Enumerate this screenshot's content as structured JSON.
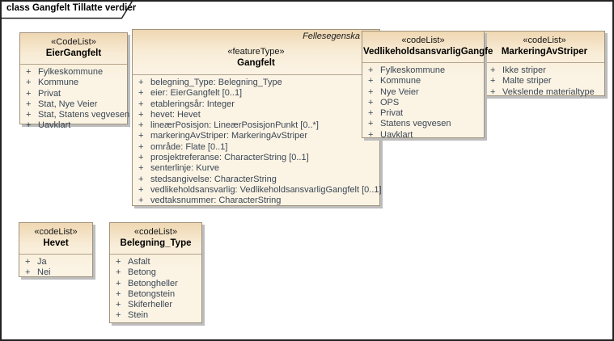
{
  "diagram": {
    "title": "class Gangfelt Tillatte verdier"
  },
  "notation": {
    "visibility_public": "+"
  },
  "colors": {
    "frame_border": "#222222",
    "box_border": "#a0937d",
    "box_sep": "#b3a38a",
    "shadow": "#bdbdbd",
    "fill_top": "#efd7b2",
    "fill_mid": "#f8ecd6",
    "fill_body": "#fbf3e4",
    "attr_text": "#3b4754",
    "header_text": "#000000"
  },
  "boxes": {
    "eierGangfelt": {
      "stereotype": "«CodeList»",
      "name": "EierGangfelt",
      "attributes": [
        "Fylkeskommune",
        "Kommune",
        "Privat",
        "Stat, Nye Veier",
        "Stat, Statens vegvesen",
        "Uavklart"
      ]
    },
    "gangfelt": {
      "annotation": "Fellesegenska",
      "stereotype": "«featureType»",
      "name": "Gangfelt",
      "attributes": [
        "belegning_Type: Belegning_Type",
        "eier: EierGangfelt [0..1]",
        "etableringsår: Integer",
        "hevet: Hevet",
        "lineærPosisjon: LineærPosisjonPunkt [0..*]",
        "markeringAvStriper: MarkeringAvStriper",
        "område: Flate [0..1]",
        "prosjektreferanse: CharacterString [0..1]",
        "senterlinje: Kurve",
        "stedsangivelse: CharacterString",
        "vedlikeholdsansvarlig: VedlikeholdsansvarligGangfelt [0..1]",
        "vedtaksnummer: CharacterString"
      ]
    },
    "vedlikeholdsansvarligGangfelt": {
      "stereotype": "«codeList»",
      "name": "VedlikeholdsansvarligGangfe",
      "attributes": [
        "Fylkeskommune",
        "Kommune",
        "Nye Veier",
        "OPS",
        "Privat",
        "Statens vegvesen",
        "Uavklart"
      ]
    },
    "markeringAvStriper": {
      "stereotype": "«codeList»",
      "name": "MarkeringAvStriper",
      "attributes": [
        "Ikke striper",
        "Malte striper",
        "Vekslende materialtype"
      ]
    },
    "hevet": {
      "stereotype": "«codeList»",
      "name": "Hevet",
      "attributes": [
        "Ja",
        "Nei"
      ]
    },
    "belegningType": {
      "stereotype": "«codeList»",
      "name": "Belegning_Type",
      "attributes": [
        "Asfalt",
        "Betong",
        "Betongheller",
        "Betongstein",
        "Skiferheller",
        "Stein"
      ]
    }
  }
}
